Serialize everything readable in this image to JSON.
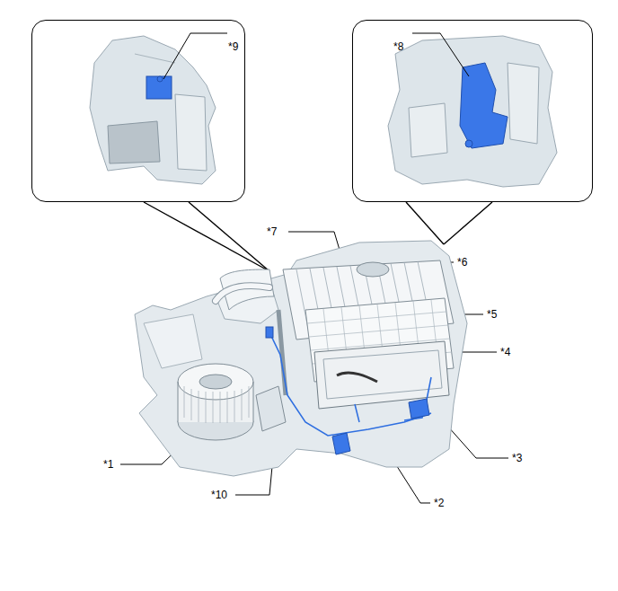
{
  "diagram": {
    "nodes": [
      {
        "text": [
          "*9"
        ]
      },
      {
        "text": [
          "*8"
        ]
      }
    ],
    "labels": [
      "*7",
      "*6",
      "*5",
      "*4",
      "*1",
      "*10",
      "*2",
      "*3"
    ]
  }
}
